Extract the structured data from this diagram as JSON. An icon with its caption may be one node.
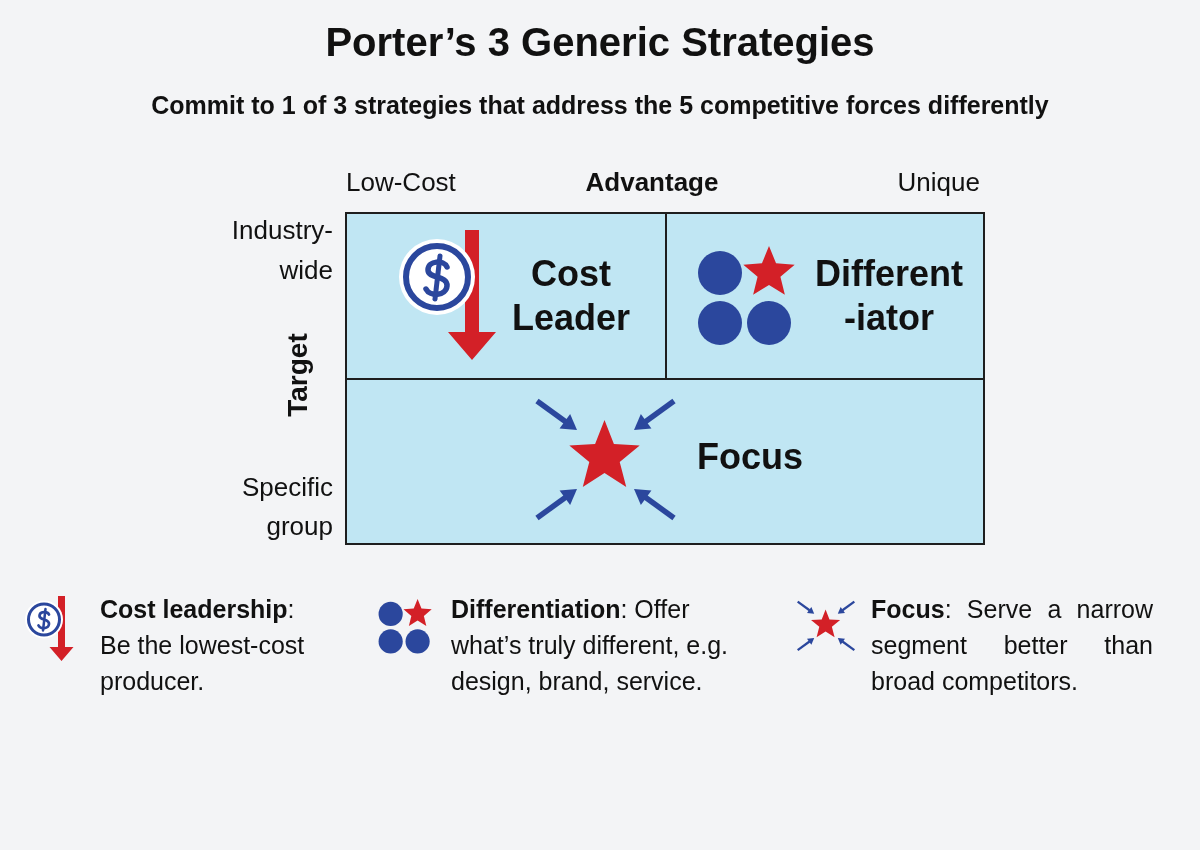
{
  "diagram": {
    "title": "Porter’s 3 Generic Strategies",
    "nodes": [
      {
        "text": [
          "Cost Leader"
        ]
      },
      {
        "text": [
          "Different -iator"
        ]
      },
      {
        "text": [
          "Focus"
        ]
      }
    ],
    "labels": [
      "Commit to 1 of 3 strategies that address the 5 competitive forces differently",
      "Low-Cost",
      "Advantage",
      "Unique",
      "Industry-wide",
      "Target",
      "Specific group"
    ],
    "legend": [
      {
        "text": "**Cost leadership**: Be the lowest-cost producer."
      },
      {
        "text": "**Differentiation**: Offer what’s truly different, e.g. design, brand, service."
      },
      {
        "text": "**Focus**: Serve a narrow segment better than broad competitors."
      }
    ]
  }
}
